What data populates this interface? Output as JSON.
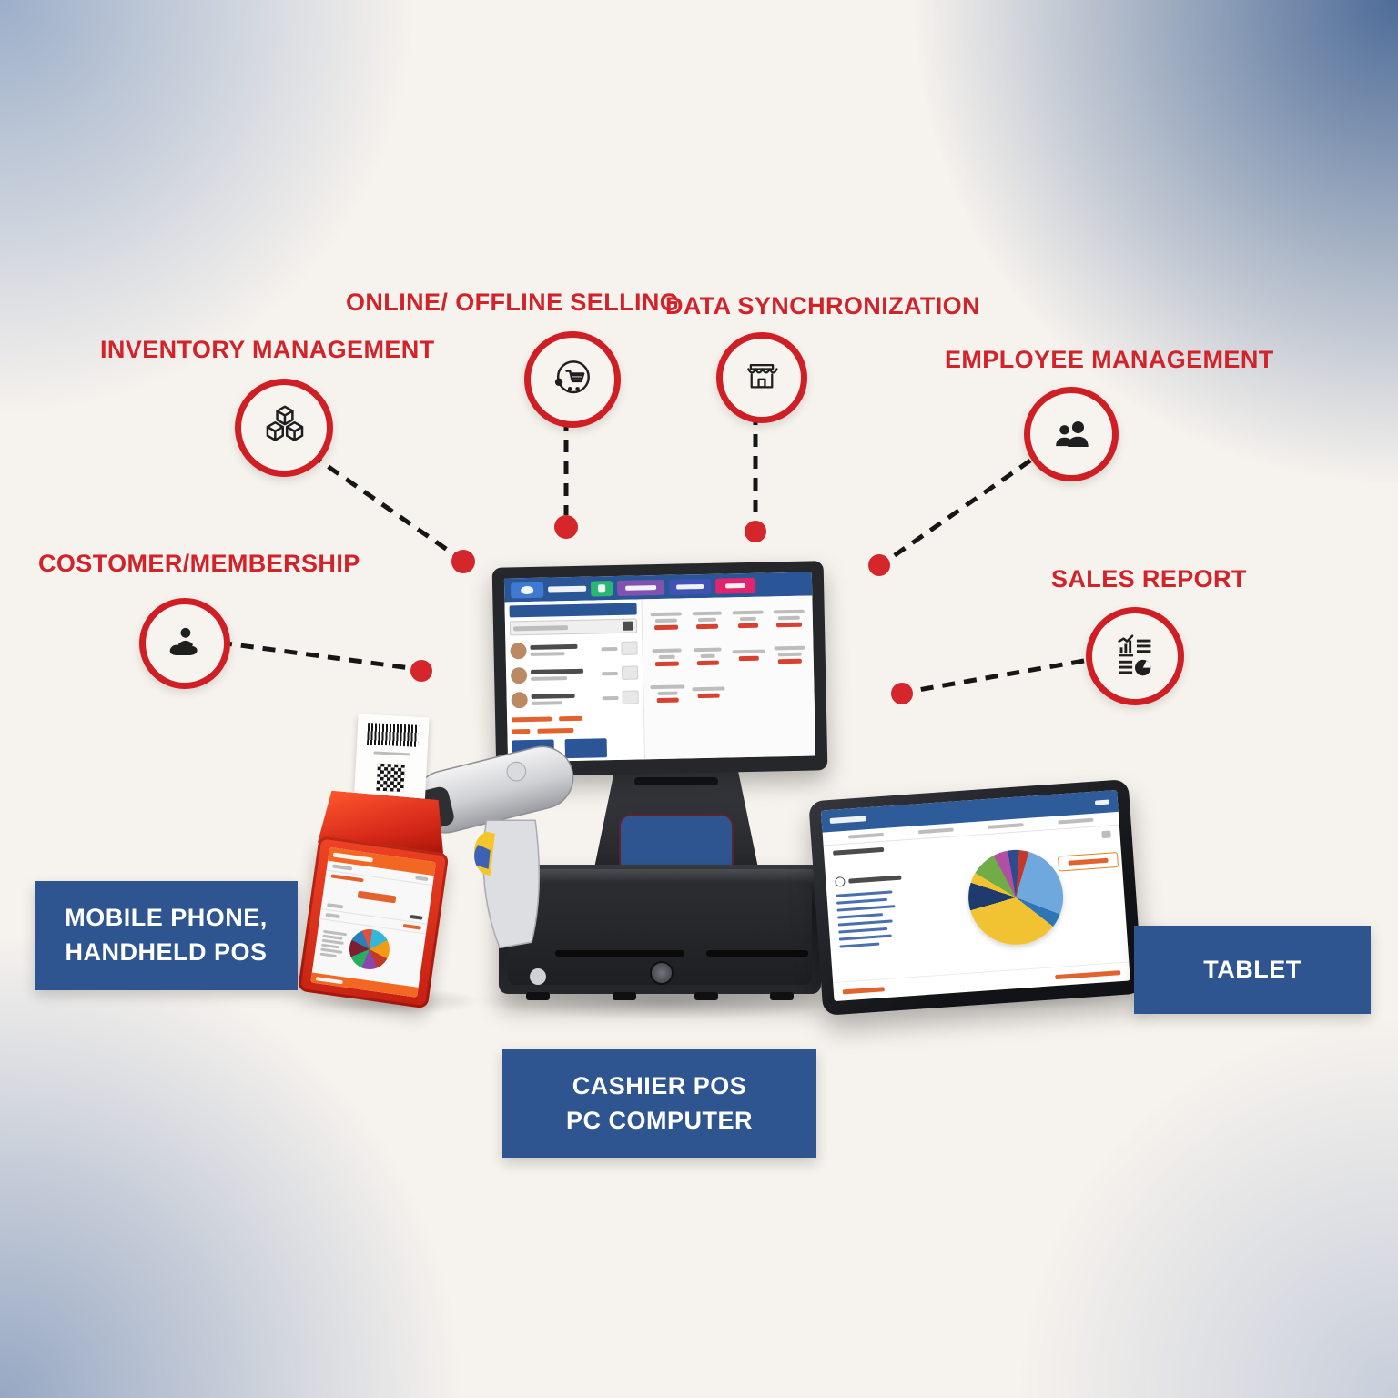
{
  "features": [
    {
      "id": "inventory",
      "label": "INVENTORY MANAGEMENT",
      "icon": "cubes-icon"
    },
    {
      "id": "online-offline",
      "label": "ONLINE/ OFFLINE SELLING",
      "icon": "shopping-cart-icon"
    },
    {
      "id": "data-sync",
      "label": "DATA SYNCHRONIZATION",
      "icon": "storefront-icon"
    },
    {
      "id": "employee",
      "label": "EMPLOYEE MANAGEMENT",
      "icon": "two-users-icon"
    },
    {
      "id": "customer",
      "label": "COSTOMER/MEMBERSHIP",
      "icon": "customer-care-icon"
    },
    {
      "id": "sales-report",
      "label": "SALES REPORT",
      "icon": "report-chart-icon"
    }
  ],
  "boxes": {
    "mobile": {
      "line1": "MOBILE PHONE,",
      "line2": "HANDHELD POS"
    },
    "cashier": {
      "line1": "CASHIER POS",
      "line2": "PC COMPUTER"
    },
    "tablet": {
      "line1": "TABLET"
    }
  },
  "colors": {
    "label_red": "#d2232a",
    "circle_ring_red": "#cf1e24",
    "connector_dot_red": "#d5262c",
    "box_blue": "#2e5590",
    "pos_nav_blue": "#2a5697",
    "pos_nav_buttons": [
      "#3f7ad0",
      "#2bb673",
      "#8053b0",
      "#4053b4",
      "#e0256e"
    ],
    "price_red": "#d9402e",
    "handheld_red": "#d7291a",
    "handheld_accent_orange": "#f26722",
    "tablet_header_blue": "#2e5b9a",
    "tablet_pie": [
      "#6fa8dc",
      "#2e75b6",
      "#f1c232",
      "#1f3a6d",
      "#70ad47",
      "#b04fa3",
      "#2e4b8f",
      "#c0392b"
    ],
    "handheld_pie": [
      "#35b8d6",
      "#f39c12",
      "#c0392b",
      "#8e44ad",
      "#27ae60",
      "#7d1f2e",
      "#2980b9",
      "#e74c3c"
    ],
    "background_center": "#f6f2ed",
    "background_corner_blue": "#406191"
  }
}
